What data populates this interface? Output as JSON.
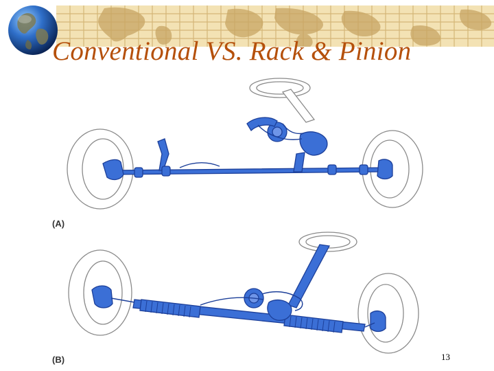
{
  "slide": {
    "title": "Conventional VS. Rack & Pinion",
    "page_number": "13"
  },
  "figures": {
    "a_label": "(A)",
    "b_label": "(B)"
  },
  "colors": {
    "title": "#b5500b",
    "parts_fill": "#3b6fd6",
    "parts_stroke": "#1c3f99",
    "outline": "#8a8a8a",
    "banner": "#f3e2b4",
    "banner_grid": "#d4b677",
    "banner_land": "#c8a564"
  },
  "icons": {
    "logo": "globe-icon"
  }
}
